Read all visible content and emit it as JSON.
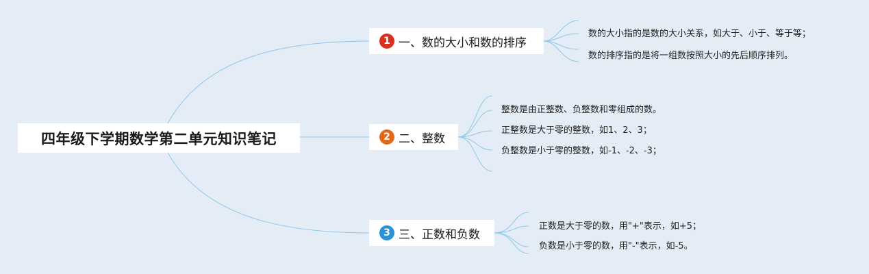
{
  "root": {
    "title": "四年级下学期数学第二单元知识笔记"
  },
  "branches": [
    {
      "number": "1",
      "badge_color": "#d9301f",
      "title": "一、数的大小和数的排序",
      "items": [
        "数的大小指的是数的大小关系，如大于、小于、等于等；",
        "数的排序指的是将一组数按照大小的先后顺序排列。"
      ]
    },
    {
      "number": "2",
      "badge_color": "#e06a1a",
      "title": "二、整数",
      "items": [
        "整数是由正整数、负整数和零组成的数。",
        "正整数是大于零的整数，如1、2、3；",
        "负整数是小于零的整数，如-1、-2、-3；"
      ]
    },
    {
      "number": "3",
      "badge_color": "#2a93d5",
      "title": "三、正数和负数",
      "items": [
        "正数是大于零的数，用\"+\"表示，如+5；",
        "负数是小于零的数，用\"-\"表示，如-5。"
      ]
    }
  ],
  "connector_color": "#8ec9ea"
}
